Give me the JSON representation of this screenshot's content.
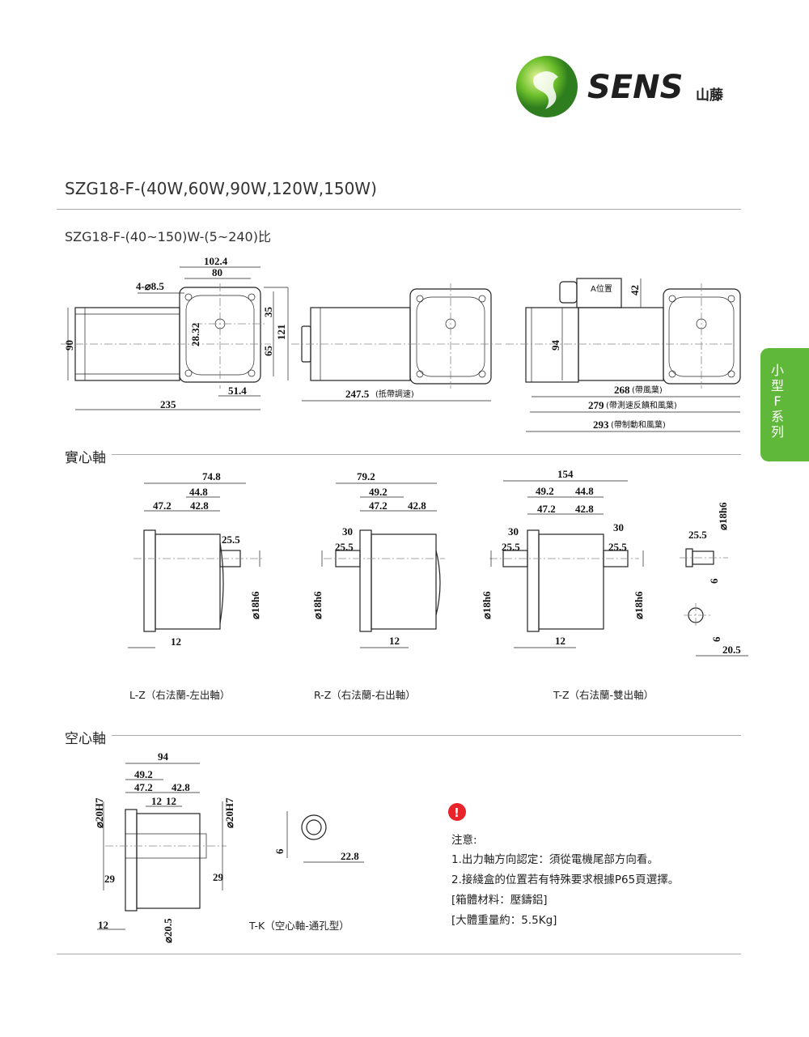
{
  "brand": {
    "name": "SENS",
    "chinese": "山藤",
    "colors": {
      "green": "#5fb83a",
      "dark": "#222222",
      "alert": "#e8232a"
    }
  },
  "header": {
    "title": "SZG18-F-(40W,60W,90W,120W,150W)",
    "subtitle": "SZG18-F-(40~150)W-(5~240)比"
  },
  "top_drawing": {
    "view1": {
      "d_102_4": "102.4",
      "d_80": "80",
      "holes": "4-⌀8.5",
      "d_35": "35",
      "d_121": "121",
      "d_65": "65",
      "d_28_32": "28.32",
      "d_90": "90",
      "d_51_4": "51.4",
      "d_235": "235"
    },
    "view2": {
      "d_247_5": "247.5",
      "note": "(抵帶調速)"
    },
    "view3": {
      "box": "A位置",
      "d_42": "42",
      "d_94": "94",
      "d_268": "268",
      "n_268": "(帶風葉)",
      "d_279": "279",
      "n_279": "(帶測速反饋和風葉)",
      "d_293": "293",
      "n_293": "(帶制動和風葉)"
    }
  },
  "solid_shaft": {
    "heading": "實心軸",
    "lz": {
      "caption": "L-Z（右法蘭-左出軸）",
      "d1": "74.8",
      "d2": "44.8",
      "d3": "47.2",
      "d4": "42.8",
      "d5": "25.5",
      "d6": "⌀18h6",
      "d7": "12"
    },
    "rz": {
      "caption": "R-Z（右法蘭-右出軸）",
      "d1": "79.2",
      "d2": "49.2",
      "d3": "47.2",
      "d4": "42.8",
      "d5": "30",
      "d6": "25.5",
      "d7": "⌀18h6",
      "d8": "12"
    },
    "tz": {
      "caption": "T-Z（右法蘭-雙出軸）",
      "d1": "154",
      "d2": "49.2",
      "d3": "44.8",
      "d4": "47.2",
      "d5": "42.8",
      "d6": "30",
      "d7": "30",
      "d8": "25.5",
      "d9": "25.5",
      "d10": "⌀18h6",
      "d11": "⌀18h6",
      "d12": "12"
    },
    "key": {
      "d1": "25.5",
      "d2": "⌀18h6",
      "d3": "6",
      "d4": "6",
      "d5": "20.5"
    }
  },
  "hollow_shaft": {
    "heading": "空心軸",
    "tk": {
      "caption": "T-K（空心軸-通孔型）",
      "d1": "94",
      "d2": "49.2",
      "d3": "47.2",
      "d4": "42.8",
      "d5": "12",
      "d6": "12",
      "d7": "⌀20H7",
      "d8": "⌀20H7",
      "d9": "29",
      "d10": "29",
      "d11": "12",
      "d12": "⌀20.5",
      "d13": "6",
      "d14": "22.8"
    }
  },
  "notes": {
    "icon": "!",
    "heading": "注意:",
    "items": [
      "1.出力軸方向認定：須從電機尾部方向看。",
      "2.接綫盒的位置若有特殊要求根據P65頁選擇。",
      "[箱體材料：壓鑄鋁]",
      "[大體重量約：5.5Kg]"
    ]
  },
  "side_tab": {
    "label": "小型F系列"
  }
}
